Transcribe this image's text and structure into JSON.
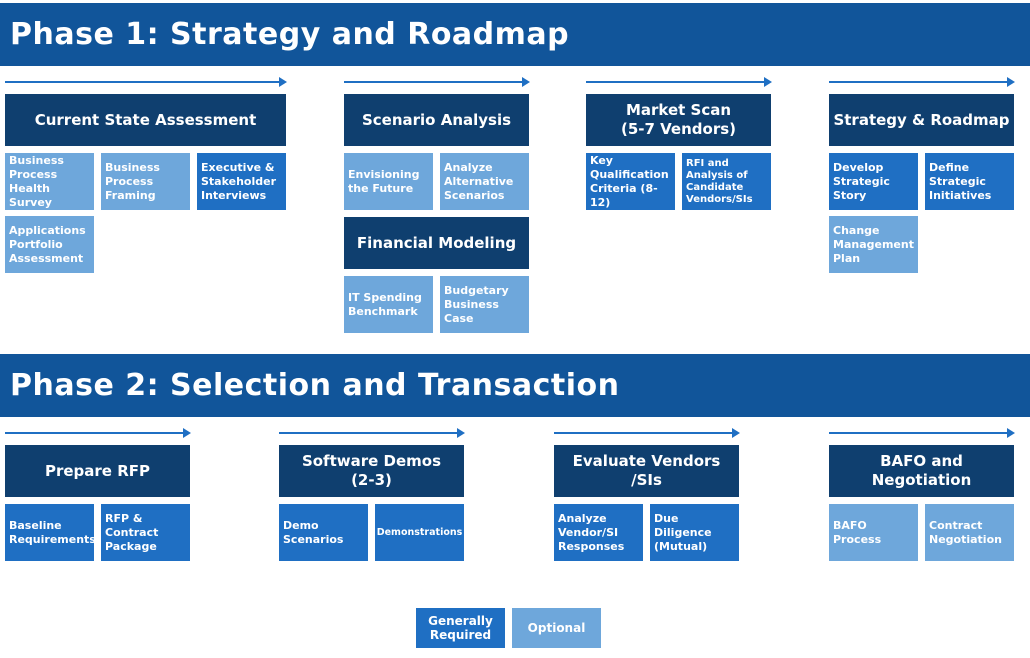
{
  "phase1": {
    "title": "Phase 1: Strategy and Roadmap",
    "columns": [
      {
        "header": "Current State Assessment",
        "items": [
          {
            "label": "Business\nProcess\nHealth Survey",
            "type": "optional"
          },
          {
            "label": "Business\nProcess\nFraming",
            "type": "optional"
          },
          {
            "label": "Executive &\nStakeholder\nInterviews",
            "type": "required"
          },
          {
            "label": "Applications\nPortfolio\nAssessment",
            "type": "optional"
          }
        ]
      },
      {
        "header": "Scenario Analysis",
        "items": [
          {
            "label": "Envisioning\nthe Future",
            "type": "optional"
          },
          {
            "label": "Analyze\nAlternative\nScenarios",
            "type": "optional"
          }
        ],
        "subheader": "Financial Modeling",
        "subitems": [
          {
            "label": "IT Spending\nBenchmark",
            "type": "optional"
          },
          {
            "label": "Budgetary\nBusiness\nCase",
            "type": "optional"
          }
        ]
      },
      {
        "header": "Market Scan\n(5-7 Vendors)",
        "items": [
          {
            "label": "Key\nQualification\nCriteria (8-12)",
            "type": "required"
          },
          {
            "label": "RFI and\nAnalysis of\nCandidate\nVendors/SIs",
            "type": "required"
          }
        ]
      },
      {
        "header": "Strategy & Roadmap",
        "items": [
          {
            "label": "Develop\nStrategic\nStory",
            "type": "required"
          },
          {
            "label": "Define\nStrategic\nInitiatives",
            "type": "required"
          },
          {
            "label": "Change\nManagement\nPlan",
            "type": "optional"
          }
        ]
      }
    ]
  },
  "phase2": {
    "title": "Phase 2: Selection and Transaction",
    "columns": [
      {
        "header": "Prepare RFP",
        "items": [
          {
            "label": "Baseline\nRequirements",
            "type": "required"
          },
          {
            "label": "RFP &\nContract\nPackage",
            "type": "required"
          }
        ]
      },
      {
        "header": "Software Demos\n(2-3)",
        "items": [
          {
            "label": "Demo\nScenarios",
            "type": "required"
          },
          {
            "label": "Demonstrations",
            "type": "required"
          }
        ]
      },
      {
        "header": "Evaluate Vendors\n/SIs",
        "items": [
          {
            "label": "Analyze\nVendor/SI\nResponses",
            "type": "required"
          },
          {
            "label": "Due\nDiligence\n(Mutual)",
            "type": "required"
          }
        ]
      },
      {
        "header": "BAFO and\nNegotiation",
        "items": [
          {
            "label": "BAFO\nProcess",
            "type": "optional"
          },
          {
            "label": "Contract\nNegotiation",
            "type": "optional"
          }
        ]
      }
    ]
  },
  "legend": {
    "required": "Generally\nRequired",
    "optional": "Optional"
  },
  "colors": {
    "banner": "#11559a",
    "header": "#0f3f6f",
    "required": "#1f6fc3",
    "optional": "#6ea7db"
  }
}
